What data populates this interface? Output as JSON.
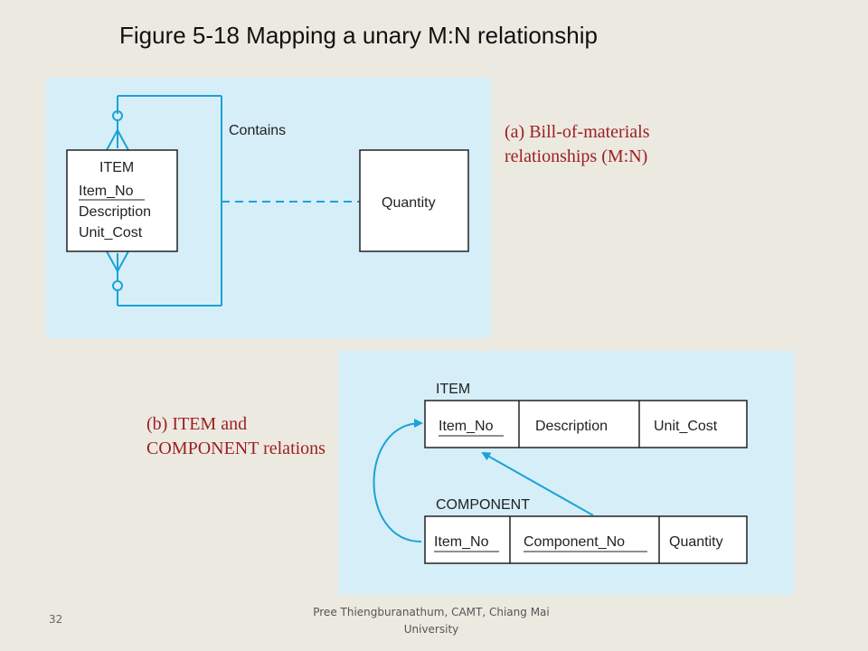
{
  "title": "Figure 5-18 Mapping a unary M:N relationship",
  "diagram_a": {
    "entity": {
      "name": "ITEM",
      "attributes": [
        "Item_No",
        "Description",
        "Unit_Cost"
      ]
    },
    "relationship_label": "Contains",
    "associative_attribute": "Quantity",
    "caption": "(a) Bill-of-materials relationships (M:N)"
  },
  "diagram_b": {
    "relations": [
      {
        "name": "ITEM",
        "columns": [
          "Item_No",
          "Description",
          "Unit_Cost"
        ]
      },
      {
        "name": "COMPONENT",
        "columns": [
          "Item_No",
          "Component_No",
          "Quantity"
        ]
      }
    ],
    "caption": "(b) ITEM and COMPONENT relations"
  },
  "footer": {
    "text": "Pree Thiengburanathum, CAMT, Chiang Mai University",
    "page_number": "32"
  },
  "colors": {
    "background": "#ece9e1",
    "panel": "#d6eef8",
    "line": "#1aa3d6",
    "caption": "#9b1f1f"
  }
}
